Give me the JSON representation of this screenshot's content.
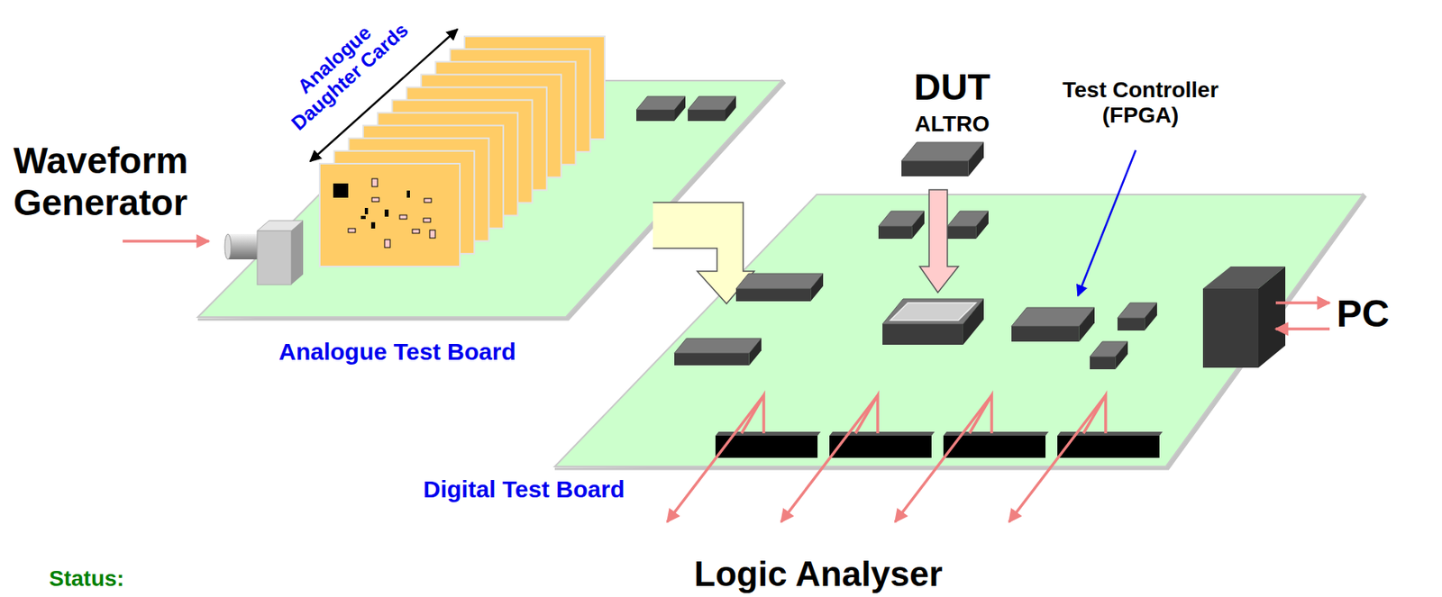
{
  "diagram": {
    "labels": [
      "Analogue Daughter Cards",
      "Waveform Generator",
      "Analogue Test Board",
      "DUT",
      "ALTRO",
      "Test Controller (FPGA)",
      "PC",
      "Digital Test Board",
      "Logic Analyser",
      "Status:"
    ]
  }
}
